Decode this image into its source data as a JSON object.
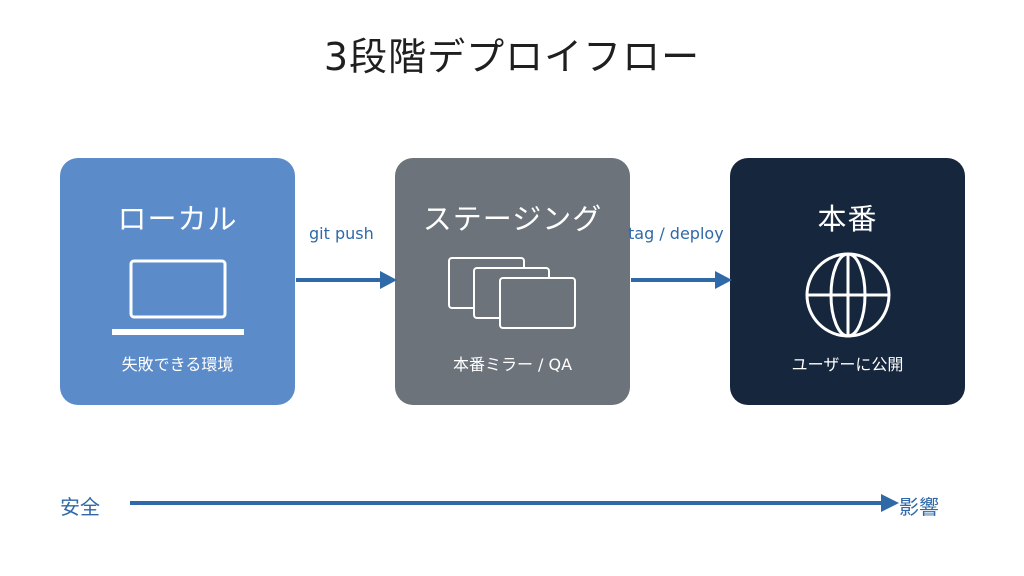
{
  "title": "3段階デプロイフロー",
  "stages": [
    {
      "name": "ローカル",
      "description": "失敗できる環境",
      "color": "#5b8bc9",
      "icon": "laptop-icon"
    },
    {
      "name": "ステージング",
      "description": "本番ミラー / QA",
      "color": "#6c737a",
      "icon": "stacked-windows-icon"
    },
    {
      "name": "本番",
      "description": "ユーザーに公開",
      "color": "#16263d",
      "icon": "globe-icon"
    }
  ],
  "transitions": [
    {
      "label": "git push"
    },
    {
      "label": "tag / deploy"
    }
  ],
  "axis": {
    "start_label": "安全",
    "end_label": "影響"
  },
  "colors": {
    "accent": "#2f69a8"
  }
}
